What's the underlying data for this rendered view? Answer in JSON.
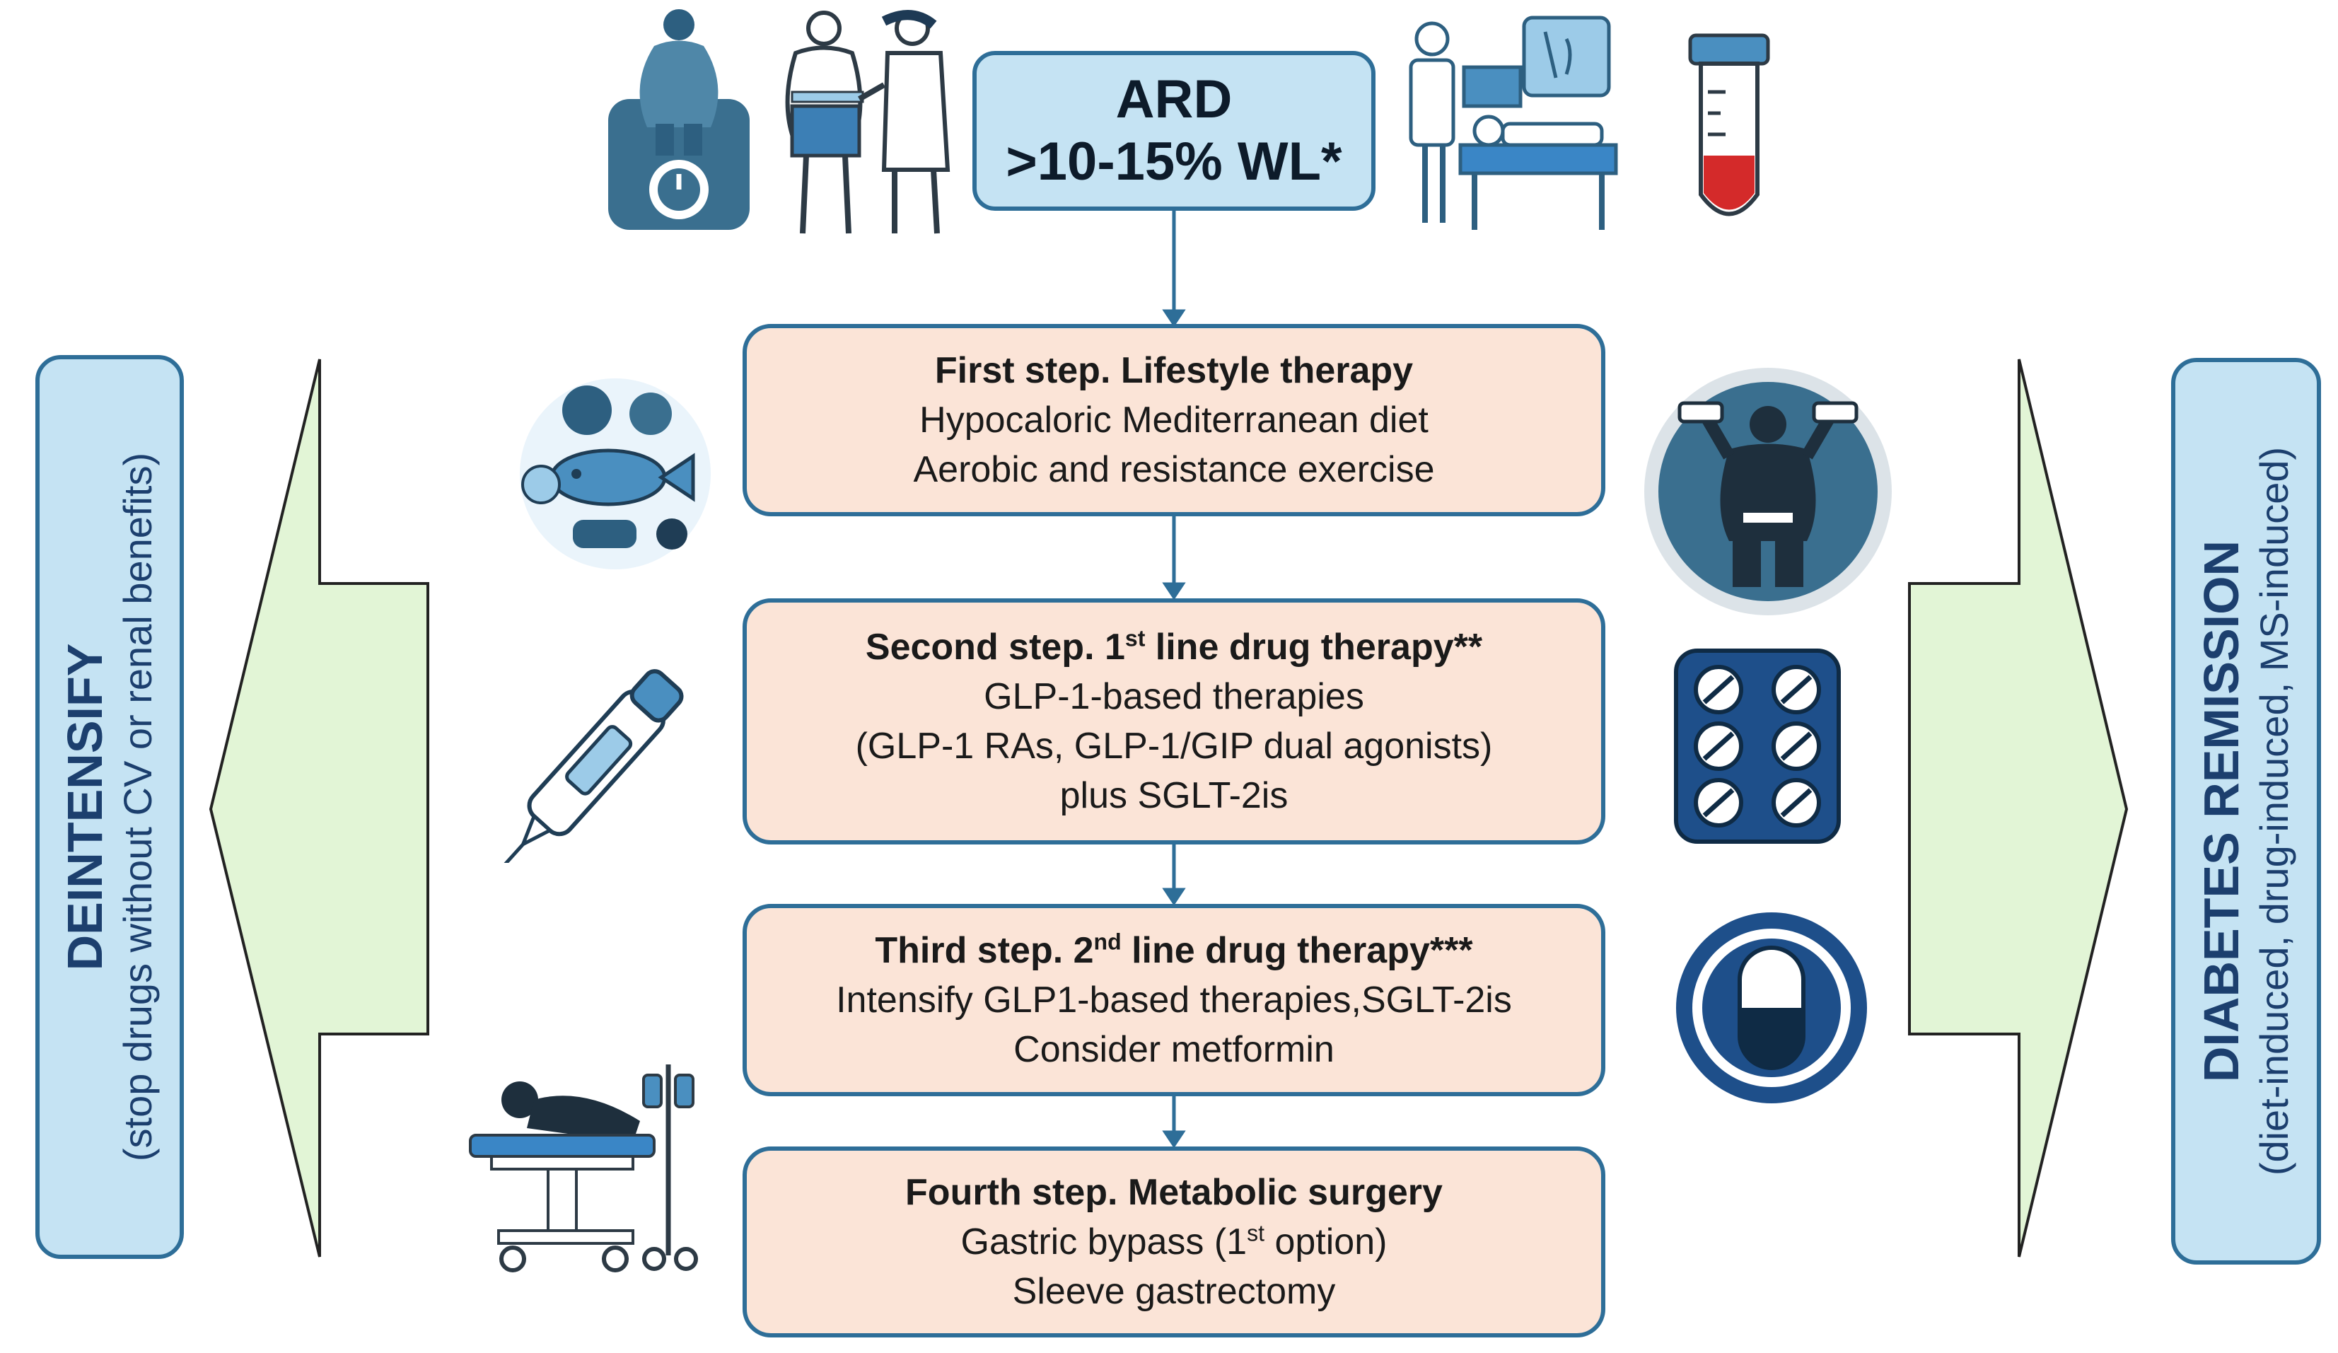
{
  "ard": {
    "line1": "ARD",
    "line2": ">10-15% WL*"
  },
  "left_panel": {
    "title": "DEINTENSIFY",
    "subtitle": "(stop drugs without CV or renal benefits)"
  },
  "right_panel": {
    "title": "DIABETES REMISSION",
    "subtitle": "(diet-induced, drug-induced, MS-induced)"
  },
  "steps": [
    {
      "title": "First step. Lifestyle therapy",
      "lines": [
        "Hypocaloric Mediterranean diet",
        "Aerobic and resistance exercise"
      ]
    },
    {
      "title_pre": "Second step. 1",
      "title_sup": "st",
      "title_post": " line drug therapy**",
      "lines": [
        "GLP-1-based therapies",
        "(GLP-1 RAs, GLP-1/GIP dual agonists)",
        "plus SGLT-2is"
      ]
    },
    {
      "title_pre": "Third step. 2",
      "title_sup": "nd",
      "title_post": " line drug therapy***",
      "lines": [
        "Intensify GLP1-based therapies,SGLT-2is",
        "Consider metformin"
      ]
    },
    {
      "title": "Fourth step. Metabolic surgery",
      "line1_pre": "Gastric bypass (1",
      "line1_sup": "st",
      "line1_post": " option)",
      "line2": "Sleeve gastrectomy"
    }
  ],
  "colors": {
    "border": "#2e6e98",
    "side_fill": "#c5e3f3",
    "step_fill": "#fbe4d7",
    "arrow_fill": "#e2f5d6",
    "icon_dark": "#2d5f80",
    "icon_mid": "#4a8fc0",
    "icon_light": "#9ccbe8"
  },
  "icons": [
    "obesity-scale-icon",
    "waist-measure-doctor-icon",
    "medical-exam-icon",
    "blood-test-tube-icon",
    "mediterranean-food-icon",
    "weightlifting-person-icon",
    "injection-pen-icon",
    "pill-blister-icon",
    "capsule-icon",
    "surgery-patient-icon"
  ]
}
